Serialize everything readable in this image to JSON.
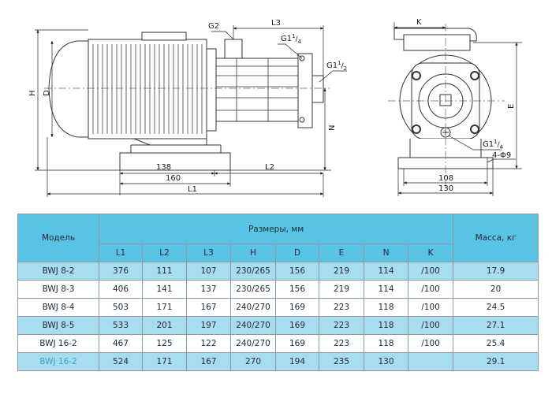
{
  "drawing": {
    "labels": {
      "g2": "G2",
      "l3": "L3",
      "g14_base": "G1",
      "g14_sup": "1",
      "g14_sub": "4",
      "g112_base": "G1",
      "g112_sup": "1",
      "g112_sub": "2",
      "h": "H",
      "d": "D",
      "n": "N",
      "dim138": "138",
      "l2": "L2",
      "dim160": "160",
      "l1": "L1",
      "k": "K",
      "e": "E",
      "right_g14_base": "G1",
      "right_g14_sup": "1",
      "right_g14_sub": "4",
      "holes": "4-Φ9",
      "dim108": "108",
      "dim130": "130"
    }
  },
  "table": {
    "header": {
      "model": "Модель",
      "dimensions": "Размеры, мм",
      "mass": "Масса, кг",
      "columns": [
        "L1",
        "L2",
        "L3",
        "H",
        "D",
        "E",
        "N",
        "K"
      ]
    },
    "rows": [
      {
        "model": "BWJ 8-2",
        "L1": "376",
        "L2": "111",
        "L3": "107",
        "H": "230/265",
        "D": "156",
        "E": "219",
        "N": "114",
        "K": "/100",
        "mass": "17.9"
      },
      {
        "model": "BWJ 8-3",
        "L1": "406",
        "L2": "141",
        "L3": "137",
        "H": "230/265",
        "D": "156",
        "E": "219",
        "N": "114",
        "K": "/100",
        "mass": "20"
      },
      {
        "model": "BWJ 8-4",
        "L1": "503",
        "L2": "171",
        "L3": "167",
        "H": "240/270",
        "D": "169",
        "E": "223",
        "N": "118",
        "K": "/100",
        "mass": "24.5"
      },
      {
        "model": "BWJ 8-5",
        "L1": "533",
        "L2": "201",
        "L3": "197",
        "H": "240/270",
        "D": "169",
        "E": "223",
        "N": "118",
        "K": "/100",
        "mass": "27.1"
      },
      {
        "model": "BWJ 16-2",
        "L1": "467",
        "L2": "125",
        "L3": "122",
        "H": "240/270",
        "D": "169",
        "E": "223",
        "N": "118",
        "K": "/100",
        "mass": "25.4"
      },
      {
        "model": "BWJ 16-2",
        "L1": "524",
        "L2": "171",
        "L3": "167",
        "H": "270",
        "D": "194",
        "E": "235",
        "N": "130",
        "K": "",
        "mass": "29.1"
      }
    ]
  }
}
